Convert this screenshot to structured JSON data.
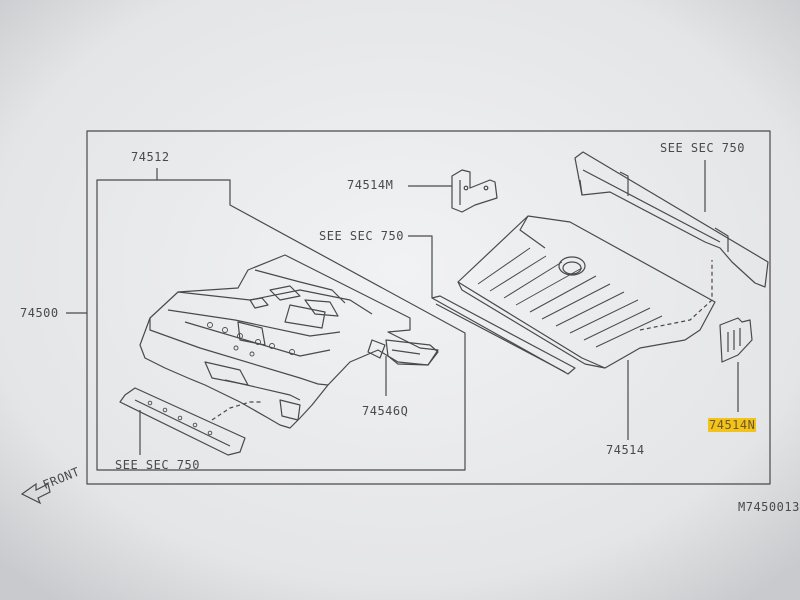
{
  "labels": {
    "assembly": "74500",
    "front_floor": "74512",
    "bracket_m": "74514M",
    "see_sec_750_top_right": "SEE SEC 750",
    "see_sec_750_center": "SEE SEC 750",
    "see_sec_750_bottom": "SEE SEC 750",
    "rear_floor": "74514",
    "bracket_q": "74546Q",
    "bracket_n": "74514N",
    "front": "FRONT",
    "drawing_code": "M7450013"
  },
  "colors": {
    "screen_background": "#e4e5e7",
    "line": "#4a4a4a",
    "highlight": "#f3c31b"
  },
  "icons": {
    "front_arrow": "arrow-left-icon"
  }
}
